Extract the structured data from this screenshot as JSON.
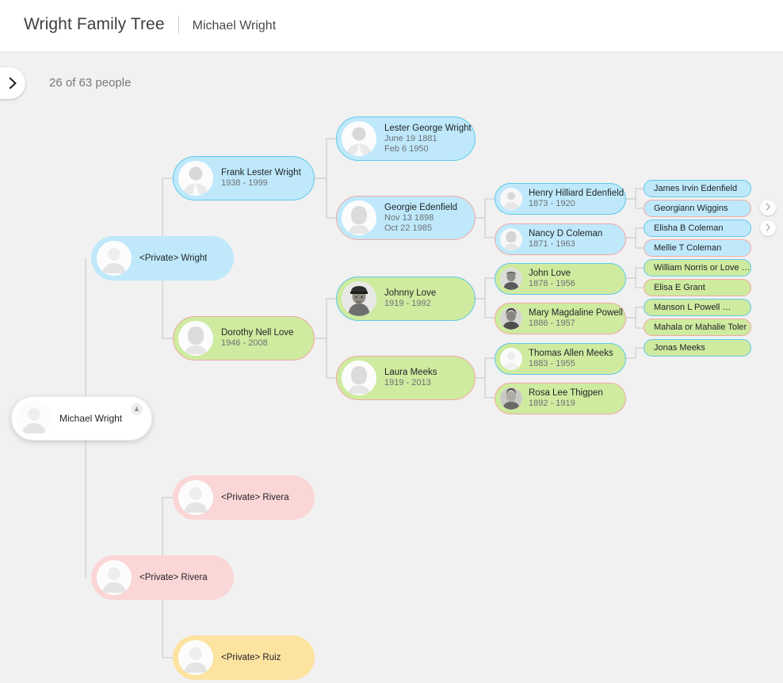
{
  "header": {
    "tree_title": "Wright Family Tree",
    "person_title": "Michael Wright"
  },
  "sub_bar": {
    "people_count": "26 of 63 people",
    "expand_icon": "chevron-right-icon"
  },
  "colors": {
    "fill_blue": "#bfe9fb",
    "fill_green": "#ceeb9f",
    "fill_pink": "#fbd6d6",
    "fill_amber": "#fde3a0",
    "fill_white": "#ffffff",
    "border_blue": "#5ec8e8",
    "border_rose": "#f0a9a4",
    "canvas_bg": "#f1f1f1",
    "edge_line": "#cfcfcf",
    "text_primary": "#222428",
    "text_secondary": "#6d7075"
  },
  "focus": {
    "name": "Michael Wright",
    "badge_icon": "person-badge-icon"
  },
  "nodes": {
    "private_wright": {
      "name": "<Private> Wright"
    },
    "frank_lester_wright": {
      "name": "Frank Lester Wright",
      "dates": "1938 - 1999"
    },
    "dorothy_nell_love": {
      "name": "Dorothy Nell Love",
      "dates": "1946 - 2008"
    },
    "lester_george_wright": {
      "name": "Lester George Wright",
      "birth": "June 19 1881",
      "death": "Feb 6 1950"
    },
    "georgie_edenfield": {
      "name": "Georgie Edenfield",
      "birth": "Nov 13 1898",
      "death": "Oct 22 1985"
    },
    "johnny_love": {
      "name": "Johnny Love",
      "dates": "1919 - 1992"
    },
    "laura_meeks": {
      "name": "Laura Meeks",
      "dates": "1919 - 2013"
    },
    "henry_hilliard_edenfield": {
      "name": "Henry Hilliard Edenfield",
      "dates": "1873 - 1920"
    },
    "nancy_d_coleman": {
      "name": "Nancy D Coleman",
      "dates": "1871 - 1963"
    },
    "john_love": {
      "name": "John Love",
      "dates": "1878 - 1956"
    },
    "mary_magdaline_powell": {
      "name": "Mary Magdaline Powell",
      "dates": "1886 - 1957"
    },
    "thomas_allen_meeks": {
      "name": "Thomas Allen Meeks",
      "dates": "1883 - 1955"
    },
    "rosa_lee_thigpen": {
      "name": "Rosa Lee Thigpen",
      "dates": "1892 - 1919"
    },
    "james_irvin_edenfield": {
      "name": "James Irvin Edenfield"
    },
    "georgiann_wiggins": {
      "name": "Georgiann Wiggins"
    },
    "elisha_b_coleman": {
      "name": "Elisha B Coleman"
    },
    "mellie_t_coleman": {
      "name": "Mellie T Coleman"
    },
    "william_norris_or_love": {
      "name": "William Norris or Love …"
    },
    "elisa_e_grant": {
      "name": "Elisa E Grant"
    },
    "manson_l_powell": {
      "name": "Manson L Powell …"
    },
    "mahala_or_mahalie_toler": {
      "name": "Mahala or Mahalie Toler"
    },
    "jonas_meeks": {
      "name": "Jonas Meeks"
    },
    "private_rivera_child": {
      "name": "<Private> Rivera"
    },
    "private_rivera_spouse": {
      "name": "<Private> Rivera"
    },
    "private_ruiz": {
      "name": "<Private> Ruiz"
    }
  },
  "expand_buttons": [
    {
      "name": "expand-georgiann-wiggins"
    },
    {
      "name": "expand-elisha-b-coleman"
    }
  ]
}
